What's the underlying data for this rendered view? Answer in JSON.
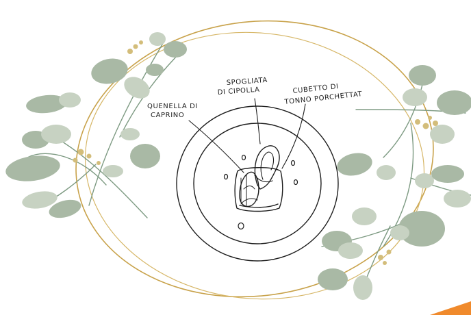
{
  "labels": {
    "caprino_line1": "QUENELLA DI",
    "caprino_line2": "CAPRINO",
    "cipolla_line1": "SPOGLIATA",
    "cipolla_line2": "DI CIPOLLA",
    "tonno_line1": "CUBETTO DI",
    "tonno_line2": "TONNO PORCHETTAT"
  },
  "colors": {
    "leaf": "#a9b9a5",
    "leaf_light": "#c7d2c2",
    "stem": "#7d9a82",
    "gold": "#c8a24a",
    "bud": "#d3bd7a",
    "ink": "#1d1d1d",
    "corner": "#f08a2c"
  },
  "icons": [
    "eucalyptus-branch-left",
    "eucalyptus-branch-right",
    "gold-ring",
    "plate-sketch"
  ]
}
